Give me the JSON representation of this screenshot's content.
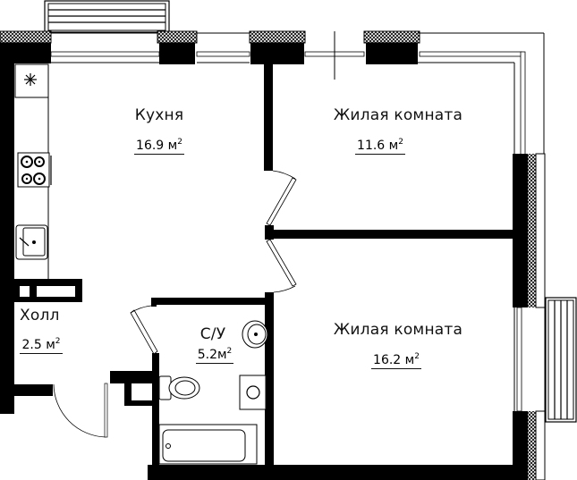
{
  "plan": {
    "type": "apartment floor plan",
    "unit": "м²",
    "rooms": [
      {
        "id": "kitchen",
        "name": "Кухня",
        "area": "16.9",
        "area_display": "16.9 м"
      },
      {
        "id": "living-room-1",
        "name": "Жилая комната",
        "area": "11.6",
        "area_display": "11.6 м"
      },
      {
        "id": "living-room-2",
        "name": "Жилая комната",
        "area": "16.2",
        "area_display": "16.2 м"
      },
      {
        "id": "bathroom",
        "name": "С/У",
        "area": "5.2",
        "area_display": "5.2м"
      },
      {
        "id": "hall",
        "name": "Холл",
        "area": "2.5",
        "area_display": "2.5 м"
      }
    ],
    "superscript": "2",
    "fixtures": [
      "refrigerator-icon",
      "stove-icon",
      "kitchen-sink-icon",
      "washbasin-icon",
      "toilet-icon",
      "shower-drain-icon",
      "bathtub-icon"
    ],
    "balconies": [
      "top-balcony",
      "right-balcony"
    ],
    "colors": {
      "wall": "#000000",
      "background": "#ffffff",
      "line": "#111111"
    }
  }
}
